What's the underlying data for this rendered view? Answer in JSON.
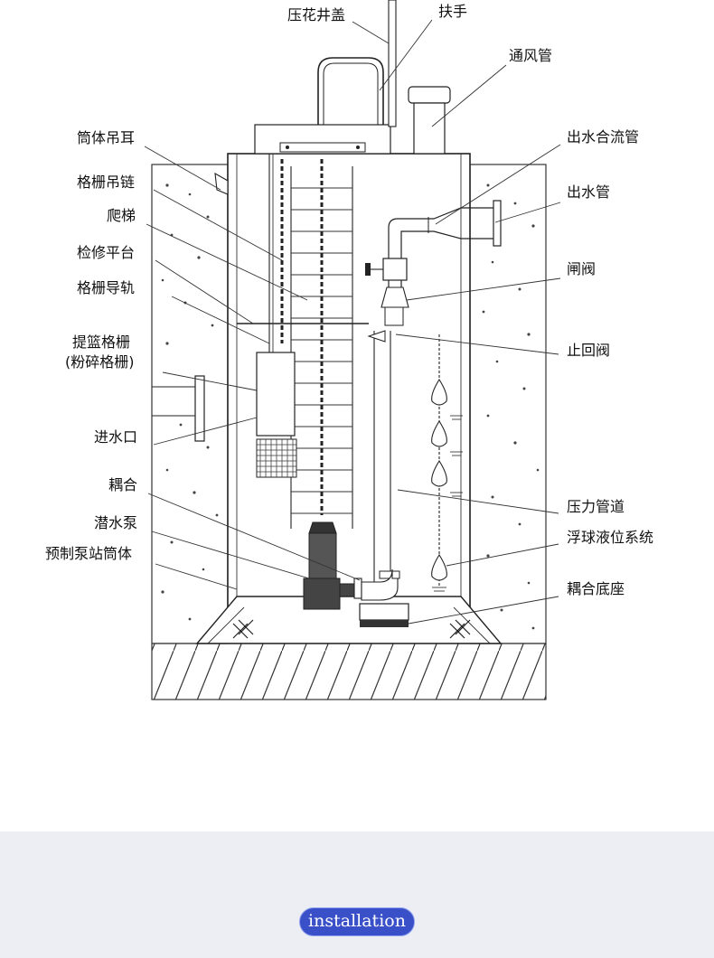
{
  "labels": {
    "manhole_cover": "压花井盖",
    "handrail": "扶手",
    "vent_pipe": "通风管",
    "lifting_lug": "筒体吊耳",
    "grille_chain": "格栅吊链",
    "merge_outlet": "出水合流管",
    "ladder": "爬梯",
    "outlet_pipe": "出水管",
    "platform": "检修平台",
    "gate_valve": "闸阀",
    "grille_rail": "格栅导轨",
    "basket_grille": "提篮格栅",
    "crush_grille": "(粉碎格栅)",
    "check_valve": "止回阀",
    "inlet": "进水口",
    "coupling": "耦合",
    "pressure_pipe": "压力管道",
    "sub_pump": "潜水泵",
    "float_system": "浮球液位系统",
    "station_shell": "预制泵站筒体",
    "coupling_base": "耦合底座"
  },
  "footer": {
    "button_label": "installation"
  },
  "colors": {
    "button_bg": "#3a50c8",
    "footer_bg": "#eceef3"
  }
}
